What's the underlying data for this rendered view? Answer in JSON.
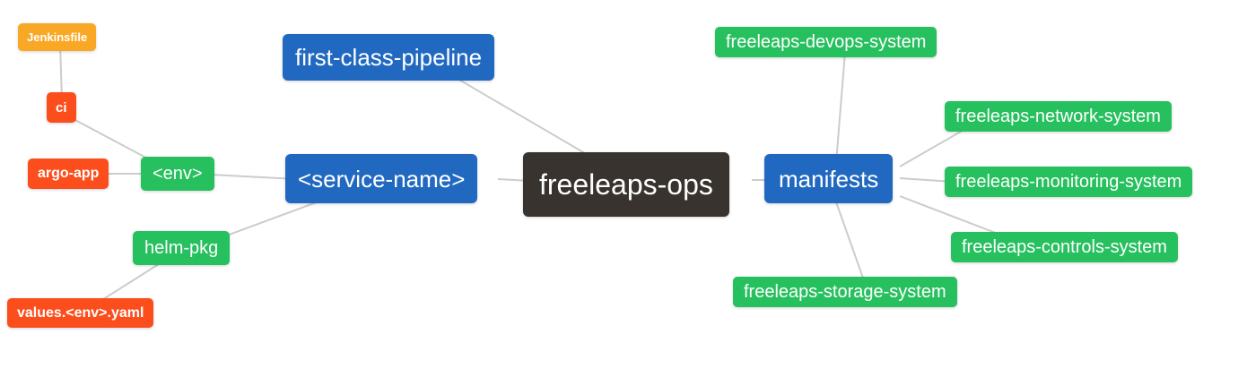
{
  "palette": {
    "root_background": "#38332E",
    "primary_branch_blue": "#2169C0",
    "secondary_branch_green": "#27C05E",
    "leaf_orange": "#F9A825",
    "leaf_red": "#FB4E1C",
    "edge_line": "#CCCCCC",
    "node_text": "#FFFFFF",
    "canvas_background": "#FFFFFF"
  },
  "diagram": {
    "type": "mindmap",
    "nodes": {
      "freeleaps_ops": {
        "label": "freeleaps-ops",
        "role": "root"
      },
      "first_class_pipeline": {
        "label": "first-class-pipeline",
        "role": "branch"
      },
      "service_name": {
        "label": "<service-name>",
        "role": "branch"
      },
      "manifests": {
        "label": "manifests",
        "role": "branch"
      },
      "env": {
        "label": "<env>",
        "role": "sub-branch"
      },
      "helm_pkg": {
        "label": "helm-pkg",
        "role": "sub-branch"
      },
      "jenkinsfile": {
        "label": "Jenkinsfile",
        "role": "leaf"
      },
      "ci": {
        "label": "ci",
        "role": "leaf"
      },
      "argo_app": {
        "label": "argo-app",
        "role": "leaf"
      },
      "values_env_yaml": {
        "label": "values.<env>.yaml",
        "role": "leaf"
      },
      "devops_system": {
        "label": "freeleaps-devops-system",
        "role": "leaf"
      },
      "network_system": {
        "label": "freeleaps-network-system",
        "role": "leaf"
      },
      "monitoring_system": {
        "label": "freeleaps-monitoring-system",
        "role": "leaf"
      },
      "controls_system": {
        "label": "freeleaps-controls-system",
        "role": "leaf"
      },
      "storage_system": {
        "label": "freeleaps-storage-system",
        "role": "leaf"
      }
    },
    "edges": [
      {
        "from": "jenkinsfile",
        "to": "ci"
      },
      {
        "from": "ci",
        "to": "env"
      },
      {
        "from": "argo_app",
        "to": "env"
      },
      {
        "from": "env",
        "to": "service_name"
      },
      {
        "from": "helm_pkg",
        "to": "service_name"
      },
      {
        "from": "values_env_yaml",
        "to": "helm_pkg"
      },
      {
        "from": "service_name",
        "to": "freeleaps_ops"
      },
      {
        "from": "first_class_pipeline",
        "to": "freeleaps_ops"
      },
      {
        "from": "freeleaps_ops",
        "to": "manifests"
      },
      {
        "from": "manifests",
        "to": "devops_system"
      },
      {
        "from": "manifests",
        "to": "network_system"
      },
      {
        "from": "manifests",
        "to": "monitoring_system"
      },
      {
        "from": "manifests",
        "to": "controls_system"
      },
      {
        "from": "manifests",
        "to": "storage_system"
      }
    ]
  }
}
